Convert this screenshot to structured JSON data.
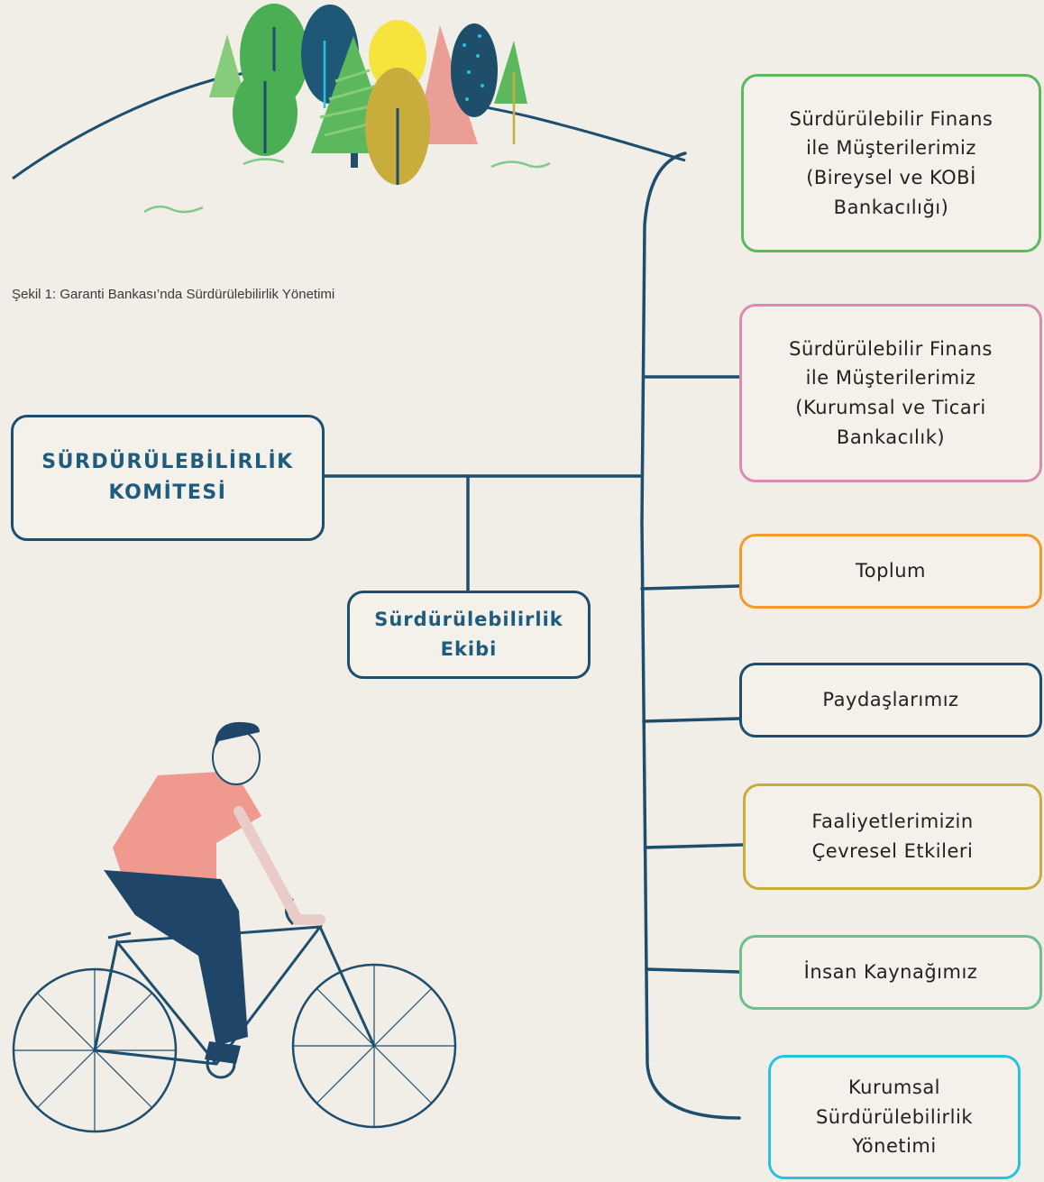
{
  "caption": "Şekil 1: Garanti Bankası’nda Sürdürülebilirlik Yönetimi",
  "committee": {
    "label": "SÜRDÜRÜLEBİLİRLİK\nKOMİTESİ"
  },
  "team": {
    "label": "Sürdürülebilirlik\nEkibi"
  },
  "branches": [
    {
      "label": "Sürdürülebilir Finans\nile Müşterilerimiz\n(Bireysel ve KOBİ\nBankacılığı)",
      "color": "#5cb85c"
    },
    {
      "label": "Sürdürülebilir Finans\nile Müşterilerimiz\n(Kurumsal ve Ticari\nBankacılık)",
      "color": "#d98cb3"
    },
    {
      "label": "Toplum",
      "color": "#f39a2b"
    },
    {
      "label": "Paydaşlarımız",
      "color": "#1e4e6e"
    },
    {
      "label": "Faaliyetlerimizin\nÇevresel Etkileri",
      "color": "#c9ad3c"
    },
    {
      "label": "İnsan Kaynağımız",
      "color": "#6cc08c"
    },
    {
      "label": "Kurumsal\nSürdürülebilirlik\nYönetimi",
      "color": "#26c3dd"
    }
  ],
  "colors": {
    "line": "#1e4e6e",
    "accent_text": "#1e5b7c"
  }
}
